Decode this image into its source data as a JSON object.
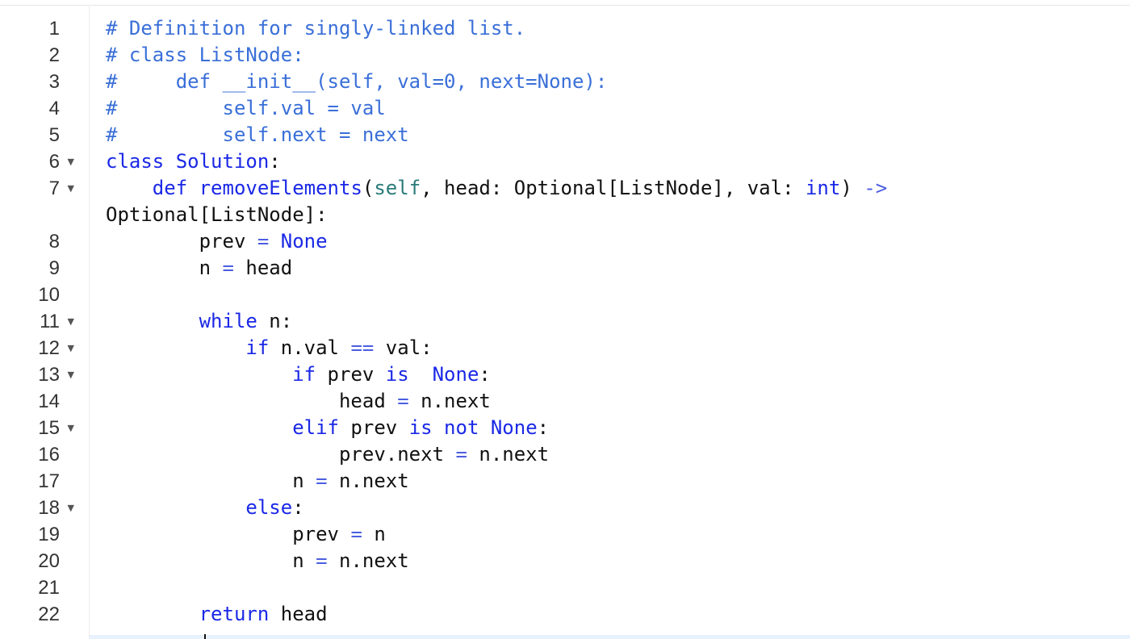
{
  "editor": {
    "gutter": [
      {
        "num": "1",
        "fold": ""
      },
      {
        "num": "2",
        "fold": ""
      },
      {
        "num": "3",
        "fold": ""
      },
      {
        "num": "4",
        "fold": ""
      },
      {
        "num": "5",
        "fold": ""
      },
      {
        "num": "6",
        "fold": "▼"
      },
      {
        "num": "7",
        "fold": "▼"
      },
      {
        "num": "",
        "fold": ""
      },
      {
        "num": "8",
        "fold": ""
      },
      {
        "num": "9",
        "fold": ""
      },
      {
        "num": "10",
        "fold": ""
      },
      {
        "num": "11",
        "fold": "▼"
      },
      {
        "num": "12",
        "fold": "▼"
      },
      {
        "num": "13",
        "fold": "▼"
      },
      {
        "num": "14",
        "fold": ""
      },
      {
        "num": "15",
        "fold": "▼"
      },
      {
        "num": "16",
        "fold": ""
      },
      {
        "num": "17",
        "fold": ""
      },
      {
        "num": "18",
        "fold": "▼"
      },
      {
        "num": "19",
        "fold": ""
      },
      {
        "num": "20",
        "fold": ""
      },
      {
        "num": "21",
        "fold": ""
      },
      {
        "num": "22",
        "fold": ""
      }
    ],
    "lines": [
      [
        {
          "t": "# Definition for singly-linked list.",
          "c": "cm"
        }
      ],
      [
        {
          "t": "# class ListNode:",
          "c": "cm"
        }
      ],
      [
        {
          "t": "#     def __init__(self, val=0, next=None):",
          "c": "cm"
        }
      ],
      [
        {
          "t": "#         self.val = val",
          "c": "cm"
        }
      ],
      [
        {
          "t": "#         self.next = next",
          "c": "cm"
        }
      ],
      [
        {
          "t": "class",
          "c": "kw"
        },
        {
          "t": " "
        },
        {
          "t": "Solution",
          "c": "kw"
        },
        {
          "t": ":"
        }
      ],
      [
        {
          "t": "    "
        },
        {
          "t": "def",
          "c": "kw"
        },
        {
          "t": " "
        },
        {
          "t": "removeElements",
          "c": "kw"
        },
        {
          "t": "("
        },
        {
          "t": "self",
          "c": "bi"
        },
        {
          "t": ", head: Optional[ListNode], val: "
        },
        {
          "t": "int",
          "c": "kw"
        },
        {
          "t": ") "
        },
        {
          "t": "->",
          "c": "op"
        }
      ],
      [
        {
          "t": "Optional[ListNode]:"
        }
      ],
      [
        {
          "t": "        prev "
        },
        {
          "t": "=",
          "c": "op"
        },
        {
          "t": " "
        },
        {
          "t": "None",
          "c": "kw"
        }
      ],
      [
        {
          "t": "        n "
        },
        {
          "t": "=",
          "c": "op"
        },
        {
          "t": " head"
        }
      ],
      [
        {
          "t": ""
        }
      ],
      [
        {
          "t": "        "
        },
        {
          "t": "while",
          "c": "kw"
        },
        {
          "t": " n:"
        }
      ],
      [
        {
          "t": "            "
        },
        {
          "t": "if",
          "c": "kw"
        },
        {
          "t": " n.val "
        },
        {
          "t": "==",
          "c": "op"
        },
        {
          "t": " val:"
        }
      ],
      [
        {
          "t": "                "
        },
        {
          "t": "if",
          "c": "kw"
        },
        {
          "t": " prev "
        },
        {
          "t": "is",
          "c": "kw"
        },
        {
          "t": "  "
        },
        {
          "t": "None",
          "c": "kw"
        },
        {
          "t": ":"
        }
      ],
      [
        {
          "t": "                    head "
        },
        {
          "t": "=",
          "c": "op"
        },
        {
          "t": " n.next"
        }
      ],
      [
        {
          "t": "                "
        },
        {
          "t": "elif",
          "c": "kw"
        },
        {
          "t": " prev "
        },
        {
          "t": "is",
          "c": "kw"
        },
        {
          "t": " "
        },
        {
          "t": "not",
          "c": "kw"
        },
        {
          "t": " "
        },
        {
          "t": "None",
          "c": "kw"
        },
        {
          "t": ":"
        }
      ],
      [
        {
          "t": "                    prev.next "
        },
        {
          "t": "=",
          "c": "op"
        },
        {
          "t": " n.next"
        }
      ],
      [
        {
          "t": "                n "
        },
        {
          "t": "=",
          "c": "op"
        },
        {
          "t": " n.next"
        }
      ],
      [
        {
          "t": "            "
        },
        {
          "t": "else",
          "c": "kw"
        },
        {
          "t": ":"
        }
      ],
      [
        {
          "t": "                prev "
        },
        {
          "t": "=",
          "c": "op"
        },
        {
          "t": " n"
        }
      ],
      [
        {
          "t": "                n "
        },
        {
          "t": "=",
          "c": "op"
        },
        {
          "t": " n.next"
        }
      ],
      [
        {
          "t": ""
        }
      ],
      [
        {
          "t": "        "
        },
        {
          "t": "return",
          "c": "kw"
        },
        {
          "t": " head"
        }
      ]
    ]
  }
}
